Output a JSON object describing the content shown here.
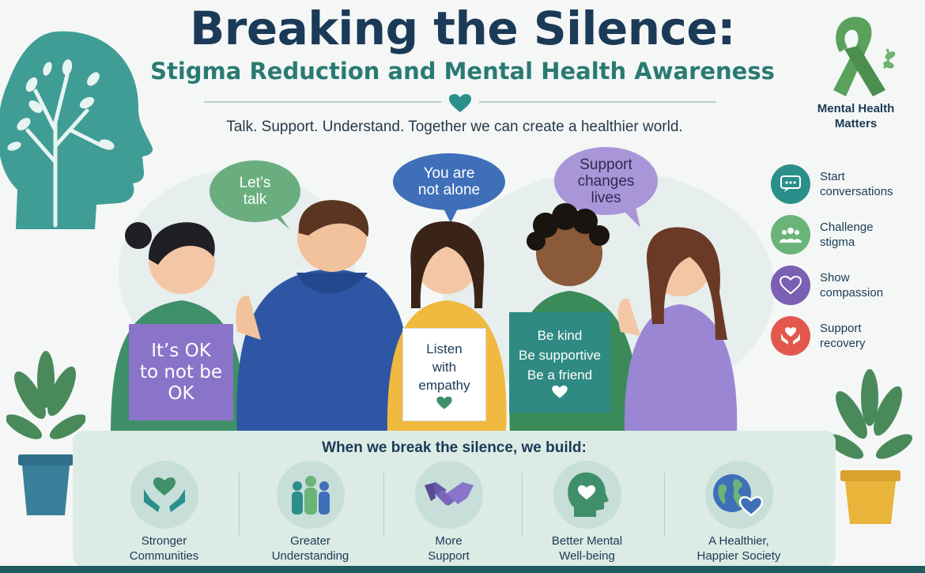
{
  "header": {
    "title": "Breaking the Silence:",
    "subtitle": "Stigma Reduction and Mental Health Awareness",
    "tagline": "Talk. Support. Understand. Together we can create a healthier world."
  },
  "ribbon": {
    "label": "Mental Health\nMatters",
    "color": "#5aa25c"
  },
  "bubbles": [
    {
      "text": "Let’s\ntalk"
    },
    {
      "text": "You are\nnot alone"
    },
    {
      "text": "Support\nchanges\nlives"
    }
  ],
  "signs": [
    {
      "text": "It’s OK\nto not be\nOK"
    },
    {
      "text": "Listen\nwith\nempathy"
    },
    {
      "text": "Be kind\nBe supportive\nBe a friend"
    }
  ],
  "actions": [
    {
      "label": "Start\nconversations",
      "icon": "chat-icon",
      "color": "#2a8f8a"
    },
    {
      "label": "Challenge\nstigma",
      "icon": "people-icon",
      "color": "#6ab47a"
    },
    {
      "label": "Show\ncompassion",
      "icon": "heart-icon",
      "color": "#7a5fb3"
    },
    {
      "label": "Support\nrecovery",
      "icon": "hands-heart-icon",
      "color": "#e2584c"
    }
  ],
  "benefits": {
    "title": "When we break the silence, we build:",
    "items": [
      {
        "label": "Stronger\nCommunities",
        "icon": "hands-heart-icon"
      },
      {
        "label": "Greater\nUnderstanding",
        "icon": "people-icon"
      },
      {
        "label": "More\nSupport",
        "icon": "handshake-icon"
      },
      {
        "label": "Better Mental\nWell-being",
        "icon": "head-heart-icon"
      },
      {
        "label": "A Healthier,\nHappier Society",
        "icon": "globe-heart-icon"
      }
    ]
  },
  "colors": {
    "navy": "#1b3a57",
    "teal": "#2a7a73",
    "green": "#3f8f6a",
    "purple": "#8a74c9",
    "blue": "#2f56a4",
    "yellow": "#f0b940"
  }
}
